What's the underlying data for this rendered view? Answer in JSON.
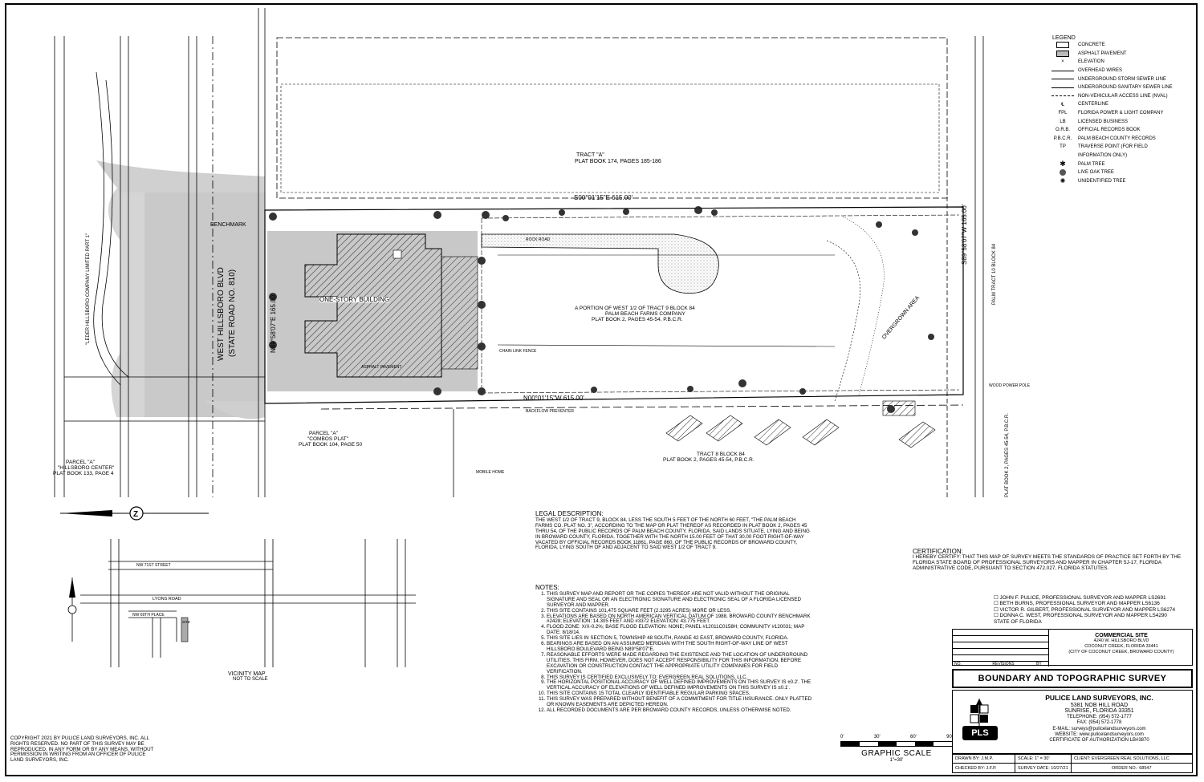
{
  "legend": {
    "title": "LEGEND",
    "items": [
      {
        "symbol": "box",
        "label": "CONCRETE"
      },
      {
        "symbol": "box-gray",
        "label": "ASPHALT PAVEMENT"
      },
      {
        "symbol": "elev",
        "label": "ELEVATION"
      },
      {
        "symbol": "line",
        "label": "OVERHEAD WIRES"
      },
      {
        "symbol": "line",
        "label": "UNDERGROUND STORM SEWER LINE"
      },
      {
        "symbol": "line",
        "label": "UNDERGROUND SANITARY SEWER LINE"
      },
      {
        "symbol": "dash",
        "label": "NON-VEHICULAR ACCESS LINE (NVAL)"
      },
      {
        "symbol": "℄",
        "label": "CENTERLINE"
      },
      {
        "symbol": "FPL",
        "label": "FLORIDA POWER & LIGHT COMPANY"
      },
      {
        "symbol": "LB",
        "label": "LICENSED BUSINESS"
      },
      {
        "symbol": "O.R.B.",
        "label": "OFFICIAL RECORDS BOOK"
      },
      {
        "symbol": "P.B.C.R.",
        "label": "PALM BEACH COUNTY RECORDS"
      },
      {
        "symbol": "TP",
        "label": "TRAVERSE POINT (FOR FIELD"
      },
      {
        "symbol": "",
        "label": "INFORMATION ONLY)"
      },
      {
        "symbol": "palm",
        "label": "PALM TREE"
      },
      {
        "symbol": "oak",
        "label": "LIVE OAK TREE"
      },
      {
        "symbol": "tree",
        "label": "UNIDENTIFIED TREE"
      }
    ]
  },
  "plan": {
    "tract_a_1": "TRACT \"A\"",
    "tract_a_2": "PLAT BOOK 174, PAGES 185-186",
    "bearing_top": "S00°01'15\"E 615.00'",
    "bearing_bottom": "N00°01'15\"W 615.00'",
    "bearing_right": "S89°58'07\"W 165.00'",
    "bearing_left": "N89°58'07\"E 165.00'",
    "building": "ONE-STORY BUILDING",
    "portion_1": "A PORTION OF WEST 1/2 OF TRACT 9 BLOCK 84",
    "portion_2": "PALM BEACH FARMS COMPANY",
    "portion_3": "PLAT BOOK 2, PAGES 45-54, P.B.C.R.",
    "overgrown": "OVERGROWN AREA",
    "road_1": "WEST HILLSBORO BLVD",
    "road_2": "(STATE ROAD NO. 810)",
    "benchmark": "BENCHMARK",
    "tract8_1": "TRACT 8 BLOCK 84",
    "tract8_2": "PLAT BOOK 2, PAGES 45-54, P.B.C.R.",
    "parcel_a_1": "PARCEL \"A\"",
    "parcel_a_2": "\"COMBOS PLAT\"",
    "parcel_a_3": "PLAT BOOK 104, PAGE 50",
    "parcel_a_hc_1": "PARCEL \"A\"",
    "parcel_a_hc_2": "\"HILLSBORO CENTER\"",
    "parcel_a_hc_3": "PLAT BOOK 133, PAGE 4",
    "leder": "\"LEDER HILLSBORO COMPANY LIMITED PART 1\"",
    "tract10_1": "PALM TRACT 10 BLOCK 84",
    "tract10_2": "PLAT BOOK 2, PAGES 45-54, P.B.C.R.",
    "chain_link": "CHAIN LINK FENCE",
    "asphalt": "ASPHALT PAVEMENT",
    "mobile_home": "MOBILE HOME",
    "backflow": "BACKFLOW PREVENTER",
    "wood_pole": "WOOD POWER POLE",
    "rock_road": "ROCK ROAD"
  },
  "vicinity": {
    "title": "VICINITY MAP",
    "subtitle": "NOT TO SCALE",
    "st1": "NW 71ST STREET",
    "st2": "LYONS ROAD",
    "st3": "NW 69TH PLACE",
    "st4": "SITE"
  },
  "legal": {
    "title": "LEGAL DESCRIPTION:",
    "body": "THE WEST 1/2 OF TRACT 9, BLOCK 84, LESS THE SOUTH 5 FEET OF THE NORTH 60 FEET, \"THE PALM BEACH FARMS CO. PLAT NO. 3\", ACCORDING TO THE MAP OR PLAT THEREOF AS RECORDED IN PLAT BOOK 2, PAGES 45 THRU 54, OF THE PUBLIC RECORDS OF PALM BEACH COUNTY, FLORIDA, SAID LANDS SITUATE, LYING AND BEING IN BROWARD COUNTY, FLORIDA. TOGETHER WITH THE NORTH 15.00 FEET OF THAT 30.00 FOOT RIGHT-OF-WAY VACATED BY OFFICIAL RECORDS BOOK 11861, PAGE 860, OF THE PUBLIC RECORDS OF BROWARD COUNTY, FLORIDA, LYING SOUTH OF AND ADJACENT TO SAID WEST 1/2 OF TRACT 9."
  },
  "notes": {
    "title": "NOTES:",
    "items": [
      "THIS SURVEY MAP AND REPORT OR THE COPIES THEREOF ARE NOT VALID WITHOUT THE ORIGINAL SIGNATURE AND SEAL OR AN ELECTRONIC SIGNATURE AND ELECTRONIC SEAL OF A FLORIDA LICENSED SURVEYOR AND MAPPER.",
      "THIS SITE CONTAINS 101,475 SQUARE FEET (2.3295 ACRES) MORE OR LESS.",
      "ELEVATIONS ARE BASED ON NORTH AMERICAN VERTICAL DATUM OF 1988, BROWARD COUNTY BENCHMARK #2428; ELEVATION: 14.305 FEET AND #3372 ELEVATION: 43.775 FEET.",
      "FLOOD ZONE: X/X-0.2%; BASE FLOOD ELEVATION: NONE; PANEL #12011C0158H; COMMUNITY #120031; MAP DATE: 8/18/14.",
      "THIS SITE LIES IN SECTION 5, TOWNSHIP 48 SOUTH, RANGE 42 EAST, BROWARD COUNTY, FLORIDA.",
      "BEARINGS ARE BASED ON AN ASSUMED MERIDIAN WITH THE SOUTH RIGHT-OF-WAY LINE OF WEST HILLSBORO BOULEVARD BEING N89°58'07\"E.",
      "REASONABLE EFFORTS WERE MADE REGARDING THE EXISTENCE AND THE LOCATION OF UNDERGROUND UTILITIES. THIS FIRM, HOWEVER, DOES NOT ACCEPT RESPONSIBILITY FOR THIS INFORMATION. BEFORE EXCAVATION OR CONSTRUCTION CONTACT THE APPROPRIATE UTILITY COMPANIES FOR FIELD VERIFICATION.",
      "THIS SURVEY IS CERTIFIED EXCLUSIVELY TO: EVERGREEN REAL SOLUTIONS, LLC.",
      "THE HORIZONTAL POSITIONAL ACCURACY OF WELL DEFINED IMPROVEMENTS ON THIS SURVEY IS ±0.2'. THE VERTICAL ACCURACY OF ELEVATIONS OF WELL DEFINED IMPROVEMENTS ON THIS SURVEY IS ±0.1'.",
      "THIS SITE CONTAINS 15 TOTAL CLEARLY IDENTIFIABLE REGULAR PARKING SPACES.",
      "THIS SURVEY WAS PREPARED WITHOUT BENEFIT OF A COMMITMENT FOR TITLE INSURANCE. ONLY PLATTED OR KNOWN EASEMENTS ARE DEPICTED HEREON.",
      "ALL RECORDED DOCUMENTS ARE PER BROWARD COUNTY RECORDS, UNLESS OTHERWISE NOTED."
    ]
  },
  "certification": {
    "title": "CERTIFICATION:",
    "body": "I HEREBY CERTIFY: THAT THIS MAP OF SURVEY MEETS THE STANDARDS OF PRACTICE SET FORTH BY THE FLORIDA STATE BOARD OF PROFESSIONAL SURVEYORS AND MAPPER IN CHAPTER 5J-17, FLORIDA ADMINISTRATIVE CODE, PURSUANT TO SECTION 472.027, FLORIDA STATUTES."
  },
  "surveyors": [
    "JOHN F. PULICE, PROFESSIONAL SURVEYOR AND MAPPER LS2691",
    "BETH BURNS, PROFESSIONAL SURVEYOR AND MAPPER LS6136",
    "VICTOR R. GILBERT, PROFESSIONAL SURVEYOR AND MAPPER LS6274",
    "DONNA C. WEST, PROFESSIONAL SURVEYOR AND MAPPER LS4290"
  ],
  "surveyors_state": "STATE OF FLORIDA",
  "copyright": "COPYRIGHT 2021 BY PULICE LAND SURVEYORS, INC. ALL RIGHTS RESERVED. NO PART OF THIS SURVEY MAY BE REPRODUCED, IN ANY FORM OR BY ANY MEANS, WITHOUT PERMISSION IN WRITING FROM AN OFFICER OF PULICE LAND SURVEYORS, INC.",
  "scale": {
    "ticks": [
      "0'",
      "30'",
      "60'",
      "90'"
    ],
    "title": "GRAPHIC SCALE",
    "ratio": "1\"=30'"
  },
  "titleblock": {
    "rev_no": "NO.",
    "rev_label": "REVISIONS",
    "rev_by": "BY",
    "site_title": "COMMERCIAL SITE",
    "site_addr1": "4240 W. HILLSBORO BLVD",
    "site_addr2": "COCONUT CREEK, FLORIDA 33441",
    "site_addr3": "(CITY OF COCONUT CREEK, BROWARD COUNTY)",
    "survey_title": "BOUNDARY AND TOPOGRAPHIC SURVEY",
    "company": "PULICE LAND SURVEYORS, INC.",
    "addr1": "5381 NOB HILL ROAD",
    "addr2": "SUNRISE, FLORIDA 33351",
    "phone": "TELEPHONE: (954) 572-1777",
    "fax": "FAX: (954) 572-1778",
    "email": "E-MAIL: surveys@pulicelandsurveyors.com",
    "website": "WEBSITE: www.pulicelandsurveyors.com",
    "authorization": "CERTIFICATE OF AUTHORIZATION LB#3870",
    "logo": "PLS",
    "drawn_by": "DRAWN BY: J.M.P.",
    "checked_by": "CHECKED BY: J.F.P.",
    "scale": "SCALE: 1\" = 30'",
    "survey_date": "SURVEY DATE: 10/27/21",
    "client": "CLIENT: EVERGREEN REAL SOLUTIONS, LLC",
    "order_no": "ORDER NO.: 68547"
  }
}
